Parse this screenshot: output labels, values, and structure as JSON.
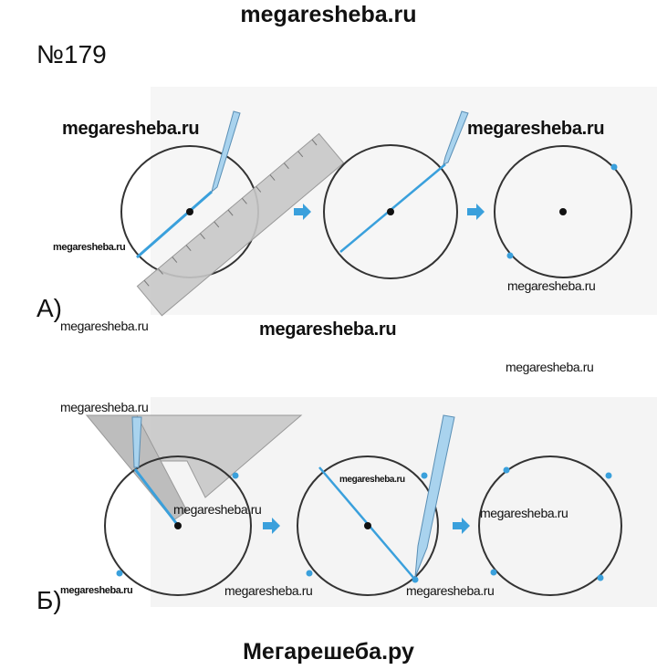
{
  "header": {
    "site": "megaresheba.ru"
  },
  "task": {
    "number": "№179"
  },
  "parts": [
    {
      "label": "А)"
    },
    {
      "label": "Б)"
    }
  ],
  "watermarks": [
    "megaresheba.ru",
    "megaresheba.ru",
    "megaresheba.ru",
    "megaresheba.ru",
    "megaresheba.ru",
    "megaresheba.ru",
    "megaresheba.ru",
    "megaresheba.ru",
    "megaresheba.ru",
    "megaresheba.ru",
    "megaresheba.ru",
    "megaresheba.ru",
    "megaresheba.ru",
    "megaresheba.ru"
  ],
  "footer": {
    "site": "Мегарешеба.ру"
  },
  "colors": {
    "accent": "#3aa0dc",
    "circle": "#333333",
    "ruler": "#c8c8c8"
  }
}
